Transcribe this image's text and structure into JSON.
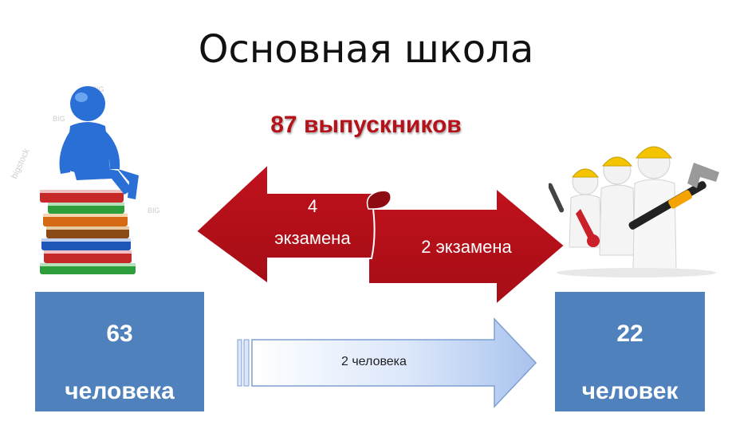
{
  "title": "Основная школа",
  "graduates": "87 выпускников",
  "left_box": {
    "number": "63",
    "unit": "человека"
  },
  "right_box": {
    "number": "22",
    "unit": "человек"
  },
  "red_arrow_left_label_line1": "4",
  "red_arrow_left_label_line2": "экзамена",
  "red_arrow_right_label": "2 экзамена",
  "blue_arrow_label": "2 человека",
  "watermark": "bigstock",
  "colors": {
    "red": "#b5121b",
    "blue_box": "#4f81bd",
    "blue_arrow_light": "#dbe7fb"
  },
  "icons": [
    "student-on-books-icon",
    "workers-with-tools-icon"
  ]
}
